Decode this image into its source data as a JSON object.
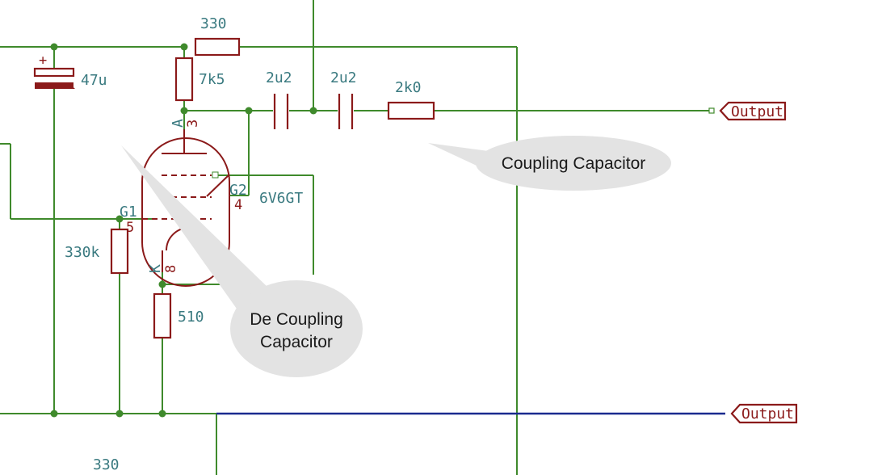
{
  "schematic": {
    "labels": {
      "r_top": "330",
      "c_bypass": "47u",
      "c_bypass_plus": "+",
      "r_plate": "7k5",
      "c_couple_1": "2u2",
      "c_couple_2": "2u2",
      "r_out": "2k0",
      "r_grid": "330k",
      "r_cathode": "510",
      "tube_part": "6V6GT",
      "r_bottom": "330"
    },
    "pins": {
      "anode_name": "A",
      "anode_num": "3",
      "g2_name": "G2",
      "g2_num": "4",
      "g1_name": "G1",
      "g1_num": "5",
      "k_name": "K",
      "k_num": "8"
    },
    "net_labels": {
      "output_top": "Output",
      "output_bottom": "Output"
    },
    "callouts": {
      "coupling": "Coupling Capacitor",
      "decoupling_line1": "De Coupling",
      "decoupling_line2": "Capacitor"
    }
  }
}
